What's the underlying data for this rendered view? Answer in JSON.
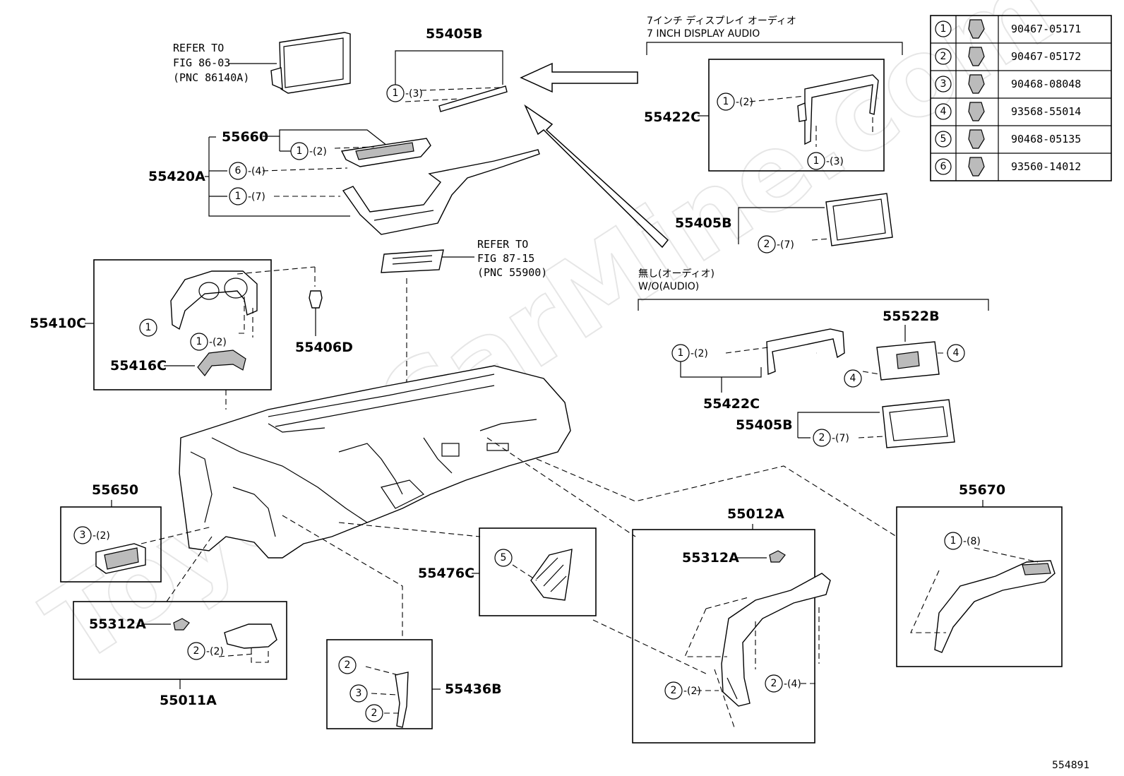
{
  "watermark": "ToyotaCarMine.com",
  "figure_id": "554891",
  "table": [
    {
      "num": "1",
      "part": "90467-05171"
    },
    {
      "num": "2",
      "part": "90467-05172"
    },
    {
      "num": "3",
      "part": "90468-08048"
    },
    {
      "num": "4",
      "part": "93568-55014"
    },
    {
      "num": "5",
      "part": "90468-05135"
    },
    {
      "num": "6",
      "part": "93560-14012"
    }
  ],
  "refer_1": {
    "l1": "REFER TO",
    "l2": "FIG 86-03",
    "l3": "(PNC 86140A)"
  },
  "refer_2": {
    "l1": "REFER TO",
    "l2": "FIG 87-15",
    "l3": "(PNC 55900)"
  },
  "variant_7inch": {
    "jp": "7インチ ディスプレイ オーディオ",
    "en": "7 INCH DISPLAY AUDIO"
  },
  "variant_noaudio": {
    "jp": "無し(オーディオ)",
    "en": "W/O(AUDIO)"
  },
  "labels": {
    "p55405b_top": "55405B",
    "p55660": "55660",
    "p55420a": "55420A",
    "p55410c": "55410C",
    "p55416c": "55416C",
    "p55406d": "55406D",
    "p55422c_a": "55422C",
    "p55405b_a": "55405B",
    "p55522b": "55522B",
    "p55422c_b": "55422C",
    "p55405b_b": "55405B",
    "p55650": "55650",
    "p55312a_l": "55312A",
    "p55011a": "55011A",
    "p55476c": "55476C",
    "p55436b": "55436B",
    "p55012a": "55012A",
    "p55312a_r": "55312A",
    "p55670": "55670"
  },
  "callouts": {
    "c_55405b_top": {
      "n": "1",
      "q": "-(3)"
    },
    "c_55660": {
      "n": "1",
      "q": "-(2)"
    },
    "c_55420a_6": {
      "n": "6",
      "q": "-(4)"
    },
    "c_55420a_1": {
      "n": "1",
      "q": "-(7)"
    },
    "c_55410c_a": {
      "n": "1",
      "q": ""
    },
    "c_55410c_b": {
      "n": "1",
      "q": "-(2)"
    },
    "c_55422c_a1": {
      "n": "1",
      "q": "-(2)"
    },
    "c_55422c_a2": {
      "n": "1",
      "q": "-(3)"
    },
    "c_55405b_a": {
      "n": "2",
      "q": "-(7)"
    },
    "c_55422c_b": {
      "n": "1",
      "q": "-(2)"
    },
    "c_55522b_l": {
      "n": "4",
      "q": ""
    },
    "c_55522b_r": {
      "n": "4",
      "q": ""
    },
    "c_55405b_b": {
      "n": "2",
      "q": "-(7)"
    },
    "c_55650": {
      "n": "3",
      "q": "-(2)"
    },
    "c_55011a": {
      "n": "2",
      "q": "-(2)"
    },
    "c_55476c": {
      "n": "5",
      "q": ""
    },
    "c_55436b_1": {
      "n": "2",
      "q": ""
    },
    "c_55436b_2": {
      "n": "3",
      "q": ""
    },
    "c_55436b_3": {
      "n": "2",
      "q": ""
    },
    "c_55012a_l": {
      "n": "2",
      "q": "-(2)"
    },
    "c_55012a_r": {
      "n": "2",
      "q": "-(4)"
    },
    "c_55670": {
      "n": "1",
      "q": "-(8)"
    }
  }
}
